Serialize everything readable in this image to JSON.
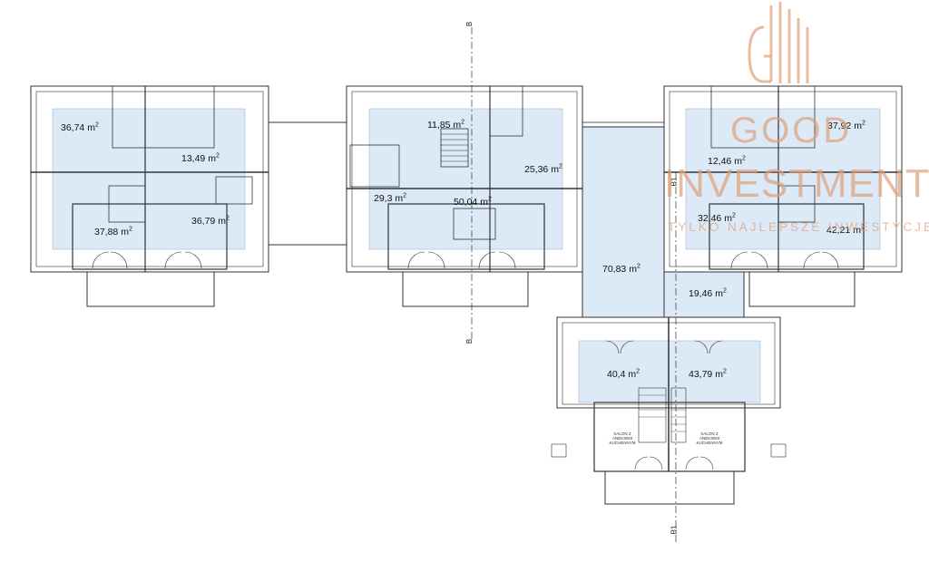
{
  "plan": {
    "rooms": [
      {
        "id": "r1",
        "area": "36,74 m",
        "unit_exp": "2"
      },
      {
        "id": "r2",
        "area": "13,49 m",
        "unit_exp": "2"
      },
      {
        "id": "r3",
        "area": "37,88 m",
        "unit_exp": "2"
      },
      {
        "id": "r4",
        "area": "36,79 m",
        "unit_exp": "2"
      },
      {
        "id": "r5",
        "area": "11,85 m",
        "unit_exp": "2"
      },
      {
        "id": "r6",
        "area": "25,36 m",
        "unit_exp": "2"
      },
      {
        "id": "r7",
        "area": "29,3 m",
        "unit_exp": "2"
      },
      {
        "id": "r8",
        "area": "50,04 m",
        "unit_exp": "2"
      },
      {
        "id": "r9",
        "area": "37,92 m",
        "unit_exp": "2"
      },
      {
        "id": "r10",
        "area": "12,46 m",
        "unit_exp": "2"
      },
      {
        "id": "r11",
        "area": "32,46 m",
        "unit_exp": "2"
      },
      {
        "id": "r12",
        "area": "42,21 m",
        "unit_exp": "2"
      },
      {
        "id": "r13",
        "area": "70,83 m",
        "unit_exp": "2"
      },
      {
        "id": "r14",
        "area": "19,46 m",
        "unit_exp": "2"
      },
      {
        "id": "r15",
        "area": "40,4 m",
        "unit_exp": "2"
      },
      {
        "id": "r16",
        "area": "43,79 m",
        "unit_exp": "2"
      }
    ],
    "room_names": [
      {
        "id": "n1",
        "line1": "SALON Z",
        "line2": "ANEKSEM",
        "line3": "KUCHENNYM"
      },
      {
        "id": "n2",
        "line1": "SALON Z",
        "line2": "ANEKSEM",
        "line3": "KUCHENNYM"
      }
    ],
    "sections": {
      "b_top": "B",
      "b_bottom": "B",
      "b1_top": "B1",
      "b1_bottom": "B1"
    }
  },
  "logo": {
    "line1": "GOOD",
    "line2": "INVESTMENT",
    "tagline": "TYLKO NAJLEPSZE INWESTYCJE"
  },
  "colors": {
    "room_fill": "#dce9f6",
    "wall": "#333333",
    "logo": "#dea078"
  }
}
